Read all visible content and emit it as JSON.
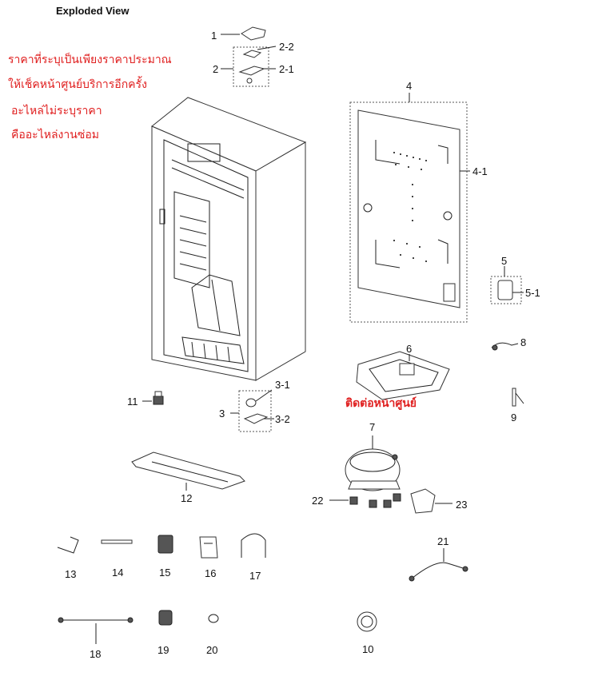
{
  "title": "Exploded View",
  "notes": [
    "ราคาที่ระบุเป็นเพียงราคาประมาณ",
    "ให้เช็คหน้าศูนย์บริการอีกครั้ง",
    "อะไหล่ไม่ระบุราคา",
    "คืออะไหล่งานซ่อม"
  ],
  "warning": "ติดต่อหน้าศูนย์",
  "callouts": {
    "c1": "1",
    "c2": "2",
    "c2_1": "2-1",
    "c2_2": "2-2",
    "c3": "3",
    "c3_1": "3-1",
    "c3_2": "3-2",
    "c4": "4",
    "c4_1": "4-1",
    "c5": "5",
    "c5_1": "5-1",
    "c6": "6",
    "c7": "7",
    "c8": "8",
    "c9": "9",
    "c10": "10",
    "c11": "11",
    "c12": "12",
    "c13": "13",
    "c14": "14",
    "c15": "15",
    "c16": "16",
    "c17": "17",
    "c18": "18",
    "c19": "19",
    "c20": "20",
    "c21": "21",
    "c22": "22",
    "c23": "23"
  }
}
